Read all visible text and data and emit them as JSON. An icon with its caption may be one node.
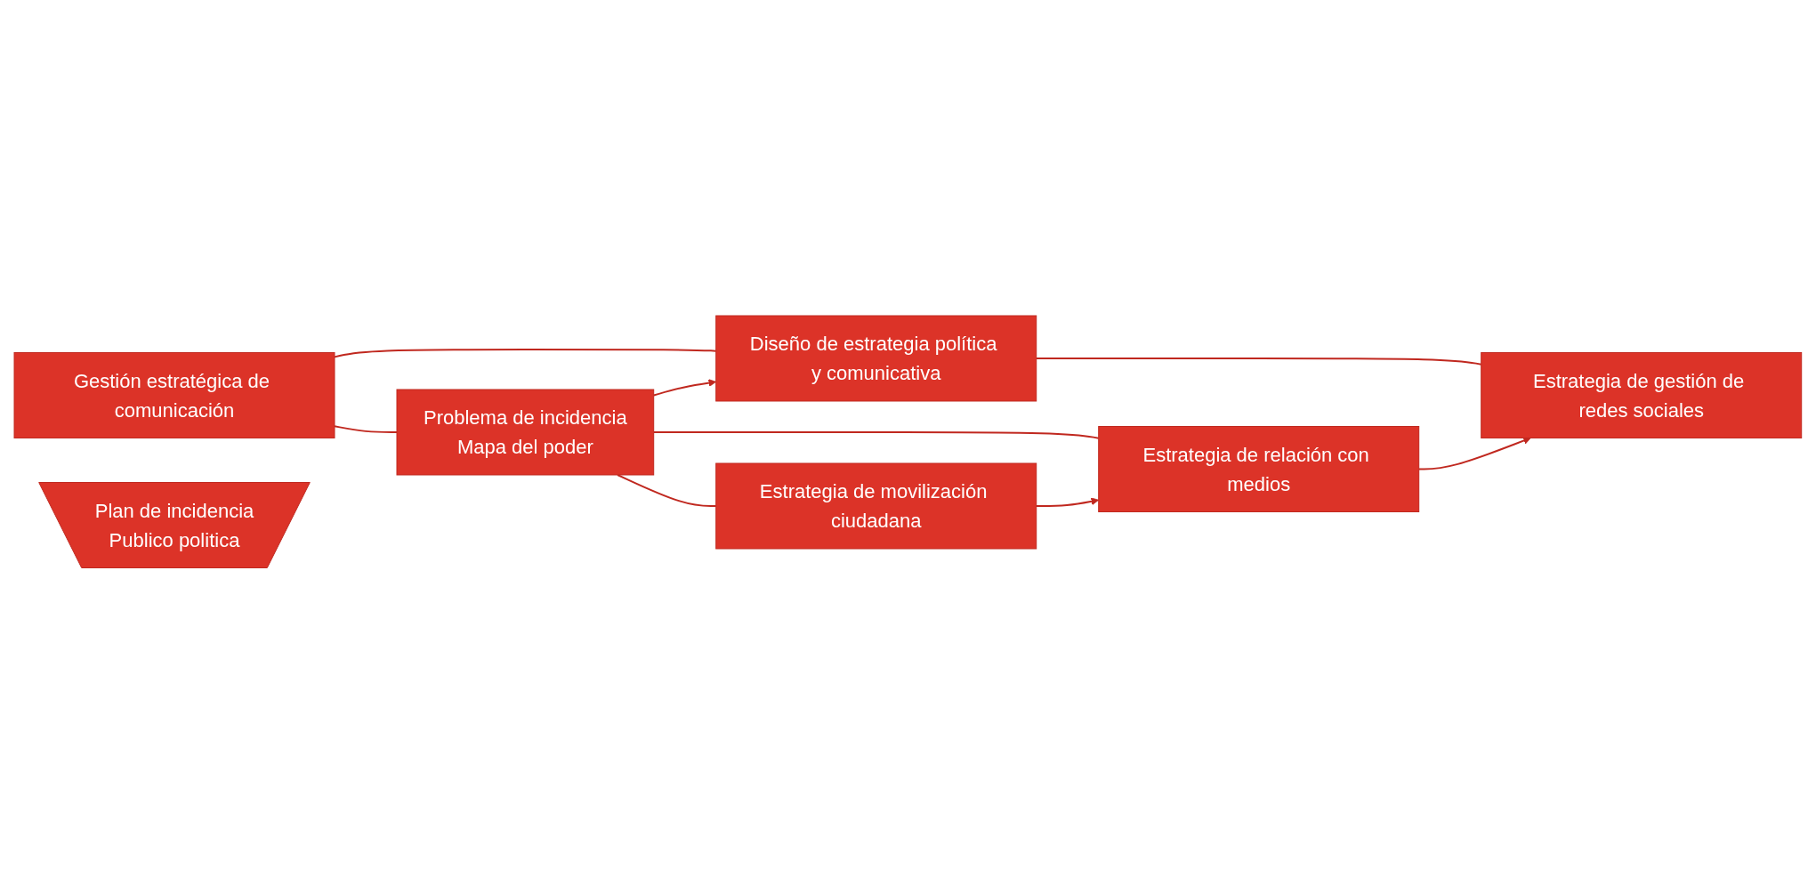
{
  "diagram": {
    "nodes": [
      {
        "text": [
          "Gestión estratégica de comunicación"
        ]
      },
      {
        "text": [
          "Problema de incidencia",
          "Mapa del poder"
        ]
      },
      {
        "text": [
          "Diseño de estrategia política y comunicativa"
        ]
      },
      {
        "text": [
          "Estrategia de movilización ciudadana"
        ]
      },
      {
        "text": [
          "Estrategia de relación con medios"
        ]
      },
      {
        "text": [
          "Estrategia de gestión de redes sociales"
        ]
      },
      {
        "text": [
          "Plan de incidencia",
          "Publico politica"
        ]
      }
    ],
    "edges": [
      {
        "from": 0,
        "to": 1,
        "arrow": "none"
      },
      {
        "from": 0,
        "to": 2,
        "arrow": "none"
      },
      {
        "from": 1,
        "to": 2,
        "arrow": "to"
      },
      {
        "from": 1,
        "to": 3,
        "arrow": "none"
      },
      {
        "from": 1,
        "to": 4,
        "arrow": "none"
      },
      {
        "from": 2,
        "to": 5,
        "arrow": "none"
      },
      {
        "from": 3,
        "to": 4,
        "arrow": "to"
      },
      {
        "from": 4,
        "to": 5,
        "arrow": "to"
      }
    ]
  }
}
